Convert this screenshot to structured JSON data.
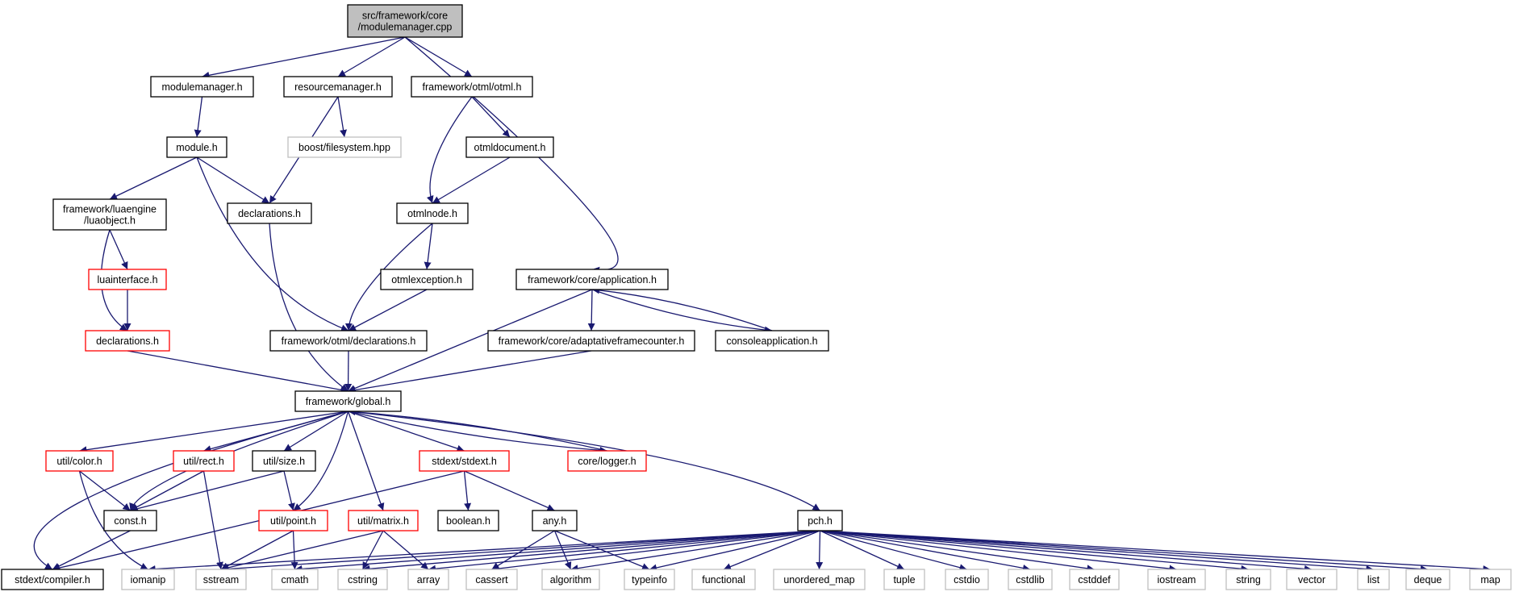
{
  "title": "src/framework/core/modulemanager.cpp",
  "nodes": [
    {
      "id": "root",
      "lines": [
        "src/framework/core",
        "/modulemanager.cpp"
      ],
      "style": "root"
    },
    {
      "id": "modulemanager_h",
      "lines": [
        "modulemanager.h"
      ],
      "style": "normal"
    },
    {
      "id": "resourcemanager_h",
      "lines": [
        "resourcemanager.h"
      ],
      "style": "normal"
    },
    {
      "id": "otml_h",
      "lines": [
        "framework/otml/otml.h"
      ],
      "style": "normal"
    },
    {
      "id": "module_h",
      "lines": [
        "module.h"
      ],
      "style": "normal"
    },
    {
      "id": "boost_filesystem",
      "lines": [
        "boost/filesystem.hpp"
      ],
      "style": "external"
    },
    {
      "id": "otmldocument_h",
      "lines": [
        "otmldocument.h"
      ],
      "style": "normal"
    },
    {
      "id": "luaobject_h",
      "lines": [
        "framework/luaengine",
        "/luaobject.h"
      ],
      "style": "normal"
    },
    {
      "id": "declarations_h",
      "lines": [
        "declarations.h"
      ],
      "style": "normal"
    },
    {
      "id": "otmlnode_h",
      "lines": [
        "otmlnode.h"
      ],
      "style": "normal"
    },
    {
      "id": "luainterface_h",
      "lines": [
        "luainterface.h"
      ],
      "style": "truncated"
    },
    {
      "id": "otmlexception_h",
      "lines": [
        "otmlexception.h"
      ],
      "style": "normal"
    },
    {
      "id": "application_h",
      "lines": [
        "framework/core/application.h"
      ],
      "style": "normal"
    },
    {
      "id": "lua_declarations_h",
      "lines": [
        "declarations.h"
      ],
      "style": "truncated"
    },
    {
      "id": "otml_declarations_h",
      "lines": [
        "framework/otml/declarations.h"
      ],
      "style": "normal"
    },
    {
      "id": "adaptativeframecounter_h",
      "lines": [
        "framework/core/adaptativeframecounter.h"
      ],
      "style": "normal"
    },
    {
      "id": "consoleapplication_h",
      "lines": [
        "consoleapplication.h"
      ],
      "style": "normal"
    },
    {
      "id": "global_h",
      "lines": [
        "framework/global.h"
      ],
      "style": "normal"
    },
    {
      "id": "color_h",
      "lines": [
        "util/color.h"
      ],
      "style": "truncated"
    },
    {
      "id": "rect_h",
      "lines": [
        "util/rect.h"
      ],
      "style": "truncated"
    },
    {
      "id": "size_h",
      "lines": [
        "util/size.h"
      ],
      "style": "normal"
    },
    {
      "id": "stdext_h",
      "lines": [
        "stdext/stdext.h"
      ],
      "style": "truncated"
    },
    {
      "id": "logger_h",
      "lines": [
        "core/logger.h"
      ],
      "style": "truncated"
    },
    {
      "id": "const_h",
      "lines": [
        "const.h"
      ],
      "style": "normal"
    },
    {
      "id": "point_h",
      "lines": [
        "util/point.h"
      ],
      "style": "truncated"
    },
    {
      "id": "matrix_h",
      "lines": [
        "util/matrix.h"
      ],
      "style": "truncated"
    },
    {
      "id": "boolean_h",
      "lines": [
        "boolean.h"
      ],
      "style": "normal"
    },
    {
      "id": "any_h",
      "lines": [
        "any.h"
      ],
      "style": "normal"
    },
    {
      "id": "pch_h",
      "lines": [
        "pch.h"
      ],
      "style": "normal"
    },
    {
      "id": "compiler_h",
      "lines": [
        "stdext/compiler.h"
      ],
      "style": "normal"
    },
    {
      "id": "iomanip",
      "lines": [
        "iomanip"
      ],
      "style": "external"
    },
    {
      "id": "sstream",
      "lines": [
        "sstream"
      ],
      "style": "external"
    },
    {
      "id": "cmath",
      "lines": [
        "cmath"
      ],
      "style": "external"
    },
    {
      "id": "cstring",
      "lines": [
        "cstring"
      ],
      "style": "external"
    },
    {
      "id": "array",
      "lines": [
        "array"
      ],
      "style": "external"
    },
    {
      "id": "cassert",
      "lines": [
        "cassert"
      ],
      "style": "external"
    },
    {
      "id": "algorithm",
      "lines": [
        "algorithm"
      ],
      "style": "external"
    },
    {
      "id": "typeinfo",
      "lines": [
        "typeinfo"
      ],
      "style": "external"
    },
    {
      "id": "functional",
      "lines": [
        "functional"
      ],
      "style": "external"
    },
    {
      "id": "unordered_map",
      "lines": [
        "unordered_map"
      ],
      "style": "external"
    },
    {
      "id": "tuple",
      "lines": [
        "tuple"
      ],
      "style": "external"
    },
    {
      "id": "cstdio",
      "lines": [
        "cstdio"
      ],
      "style": "external"
    },
    {
      "id": "cstdlib",
      "lines": [
        "cstdlib"
      ],
      "style": "external"
    },
    {
      "id": "cstddef",
      "lines": [
        "cstddef"
      ],
      "style": "external"
    },
    {
      "id": "iostream",
      "lines": [
        "iostream"
      ],
      "style": "external"
    },
    {
      "id": "string",
      "lines": [
        "string"
      ],
      "style": "external"
    },
    {
      "id": "vector",
      "lines": [
        "vector"
      ],
      "style": "external"
    },
    {
      "id": "list",
      "lines": [
        "list"
      ],
      "style": "external"
    },
    {
      "id": "deque",
      "lines": [
        "deque"
      ],
      "style": "external"
    },
    {
      "id": "map",
      "lines": [
        "map"
      ],
      "style": "external"
    }
  ],
  "edges": [
    [
      "root",
      "modulemanager_h"
    ],
    [
      "root",
      "resourcemanager_h"
    ],
    [
      "root",
      "otml_h"
    ],
    [
      "root",
      "application_h"
    ],
    [
      "modulemanager_h",
      "module_h"
    ],
    [
      "resourcemanager_h",
      "boost_filesystem"
    ],
    [
      "resourcemanager_h",
      "declarations_h"
    ],
    [
      "otml_h",
      "otmldocument_h"
    ],
    [
      "otml_h",
      "otmlnode_h"
    ],
    [
      "module_h",
      "luaobject_h"
    ],
    [
      "module_h",
      "declarations_h"
    ],
    [
      "module_h",
      "otml_declarations_h"
    ],
    [
      "otmldocument_h",
      "otmlnode_h"
    ],
    [
      "luaobject_h",
      "luainterface_h"
    ],
    [
      "luaobject_h",
      "lua_declarations_h"
    ],
    [
      "declarations_h",
      "global_h"
    ],
    [
      "otmlnode_h",
      "otmlexception_h"
    ],
    [
      "otmlnode_h",
      "otml_declarations_h"
    ],
    [
      "luainterface_h",
      "lua_declarations_h"
    ],
    [
      "otmlexception_h",
      "otml_declarations_h"
    ],
    [
      "application_h",
      "adaptativeframecounter_h"
    ],
    [
      "application_h",
      "consoleapplication_h"
    ],
    [
      "application_h",
      "global_h"
    ],
    [
      "consoleapplication_h",
      "application_h"
    ],
    [
      "lua_declarations_h",
      "global_h"
    ],
    [
      "otml_declarations_h",
      "global_h"
    ],
    [
      "adaptativeframecounter_h",
      "global_h"
    ],
    [
      "global_h",
      "compiler_h"
    ],
    [
      "global_h",
      "color_h"
    ],
    [
      "global_h",
      "const_h"
    ],
    [
      "global_h",
      "rect_h"
    ],
    [
      "global_h",
      "size_h"
    ],
    [
      "global_h",
      "point_h"
    ],
    [
      "global_h",
      "matrix_h"
    ],
    [
      "global_h",
      "stdext_h"
    ],
    [
      "global_h",
      "logger_h"
    ],
    [
      "global_h",
      "pch_h"
    ],
    [
      "logger_h",
      "global_h"
    ],
    [
      "color_h",
      "const_h"
    ],
    [
      "color_h",
      "iomanip"
    ],
    [
      "rect_h",
      "const_h"
    ],
    [
      "rect_h",
      "sstream"
    ],
    [
      "size_h",
      "const_h"
    ],
    [
      "size_h",
      "point_h"
    ],
    [
      "stdext_h",
      "compiler_h"
    ],
    [
      "stdext_h",
      "boolean_h"
    ],
    [
      "stdext_h",
      "any_h"
    ],
    [
      "const_h",
      "compiler_h"
    ],
    [
      "point_h",
      "sstream"
    ],
    [
      "point_h",
      "cmath"
    ],
    [
      "matrix_h",
      "sstream"
    ],
    [
      "matrix_h",
      "cstring"
    ],
    [
      "matrix_h",
      "array"
    ],
    [
      "any_h",
      "cassert"
    ],
    [
      "any_h",
      "algorithm"
    ],
    [
      "any_h",
      "typeinfo"
    ],
    [
      "pch_h",
      "iomanip"
    ],
    [
      "pch_h",
      "sstream"
    ],
    [
      "pch_h",
      "cmath"
    ],
    [
      "pch_h",
      "cstring"
    ],
    [
      "pch_h",
      "array"
    ],
    [
      "pch_h",
      "cassert"
    ],
    [
      "pch_h",
      "algorithm"
    ],
    [
      "pch_h",
      "typeinfo"
    ],
    [
      "pch_h",
      "functional"
    ],
    [
      "pch_h",
      "unordered_map"
    ],
    [
      "pch_h",
      "tuple"
    ],
    [
      "pch_h",
      "cstdio"
    ],
    [
      "pch_h",
      "cstdlib"
    ],
    [
      "pch_h",
      "cstddef"
    ],
    [
      "pch_h",
      "iostream"
    ],
    [
      "pch_h",
      "string"
    ],
    [
      "pch_h",
      "vector"
    ],
    [
      "pch_h",
      "list"
    ],
    [
      "pch_h",
      "deque"
    ],
    [
      "pch_h",
      "map"
    ]
  ],
  "colors": {
    "edge": "#191970",
    "root_fill": "#bfbfbf",
    "root_border": "#000000",
    "normal_border": "#000000",
    "truncated_border": "#ff0000",
    "external_border": "#bfbfbf"
  }
}
